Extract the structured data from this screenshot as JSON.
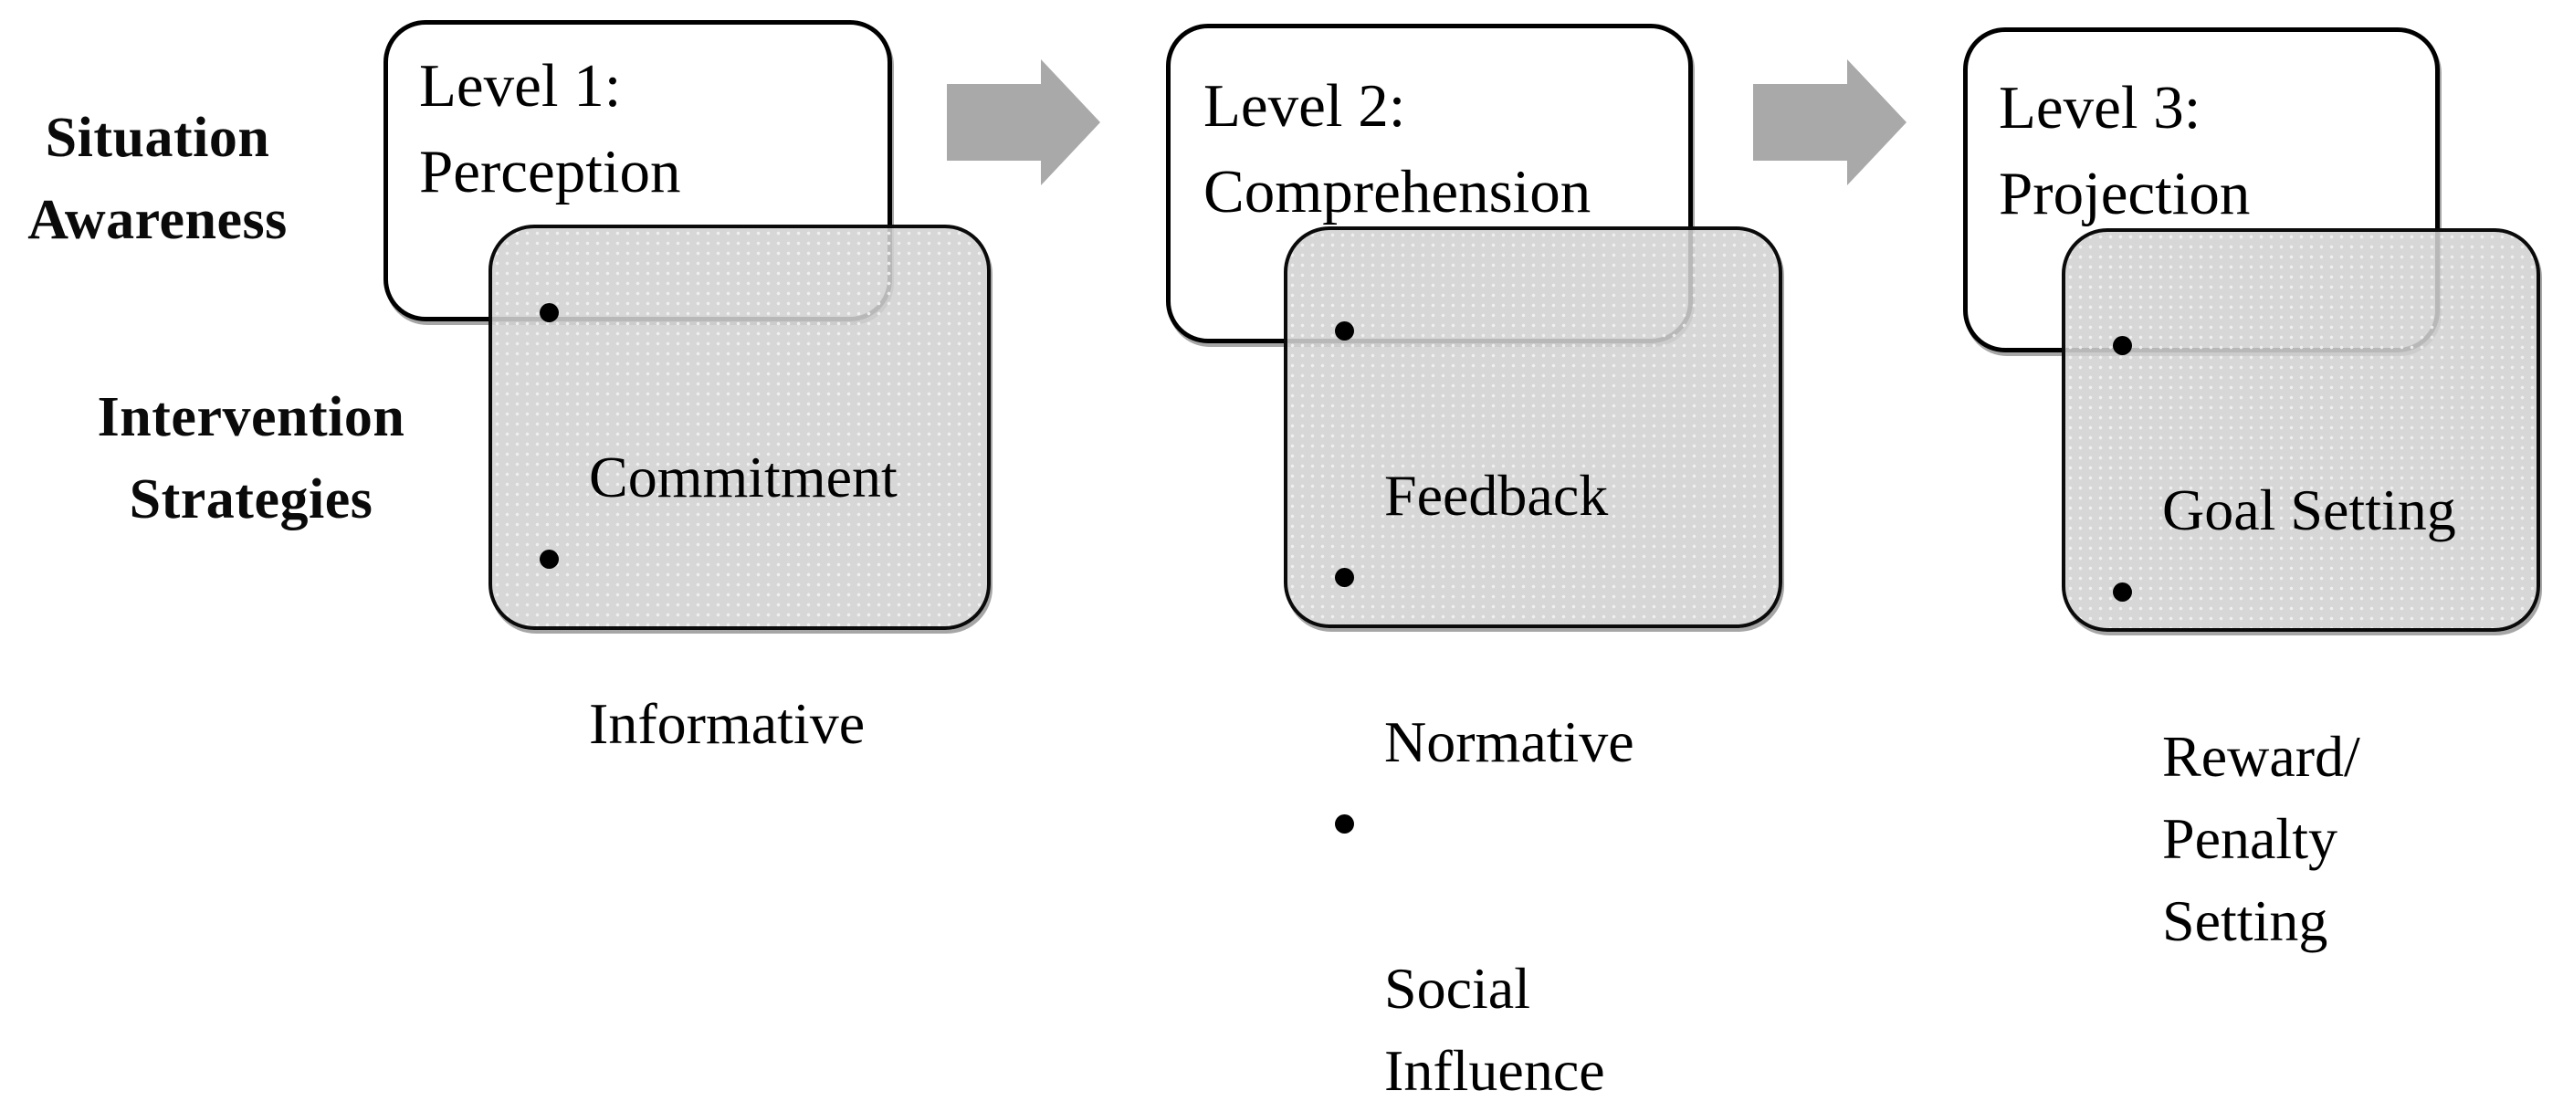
{
  "diagram": {
    "description": "Three-level situation awareness model mapped to intervention strategies",
    "bullet_char": "•"
  },
  "labels": {
    "situation_awareness": "Situation\nAwareness",
    "intervention_strategies": "Intervention\nStrategies"
  },
  "columns": [
    {
      "heading": "Level 1:\nPerception",
      "strategies": [
        "Commitment",
        "Informative"
      ]
    },
    {
      "heading": "Level 2:\nComprehension",
      "strategies": [
        "Feedback",
        "Normative",
        "Social\nInfluence"
      ]
    },
    {
      "heading": "Level 3:\nProjection",
      "strategies": [
        "Goal Setting",
        "Reward/\nPenalty\nSetting"
      ]
    }
  ],
  "icons": {
    "arrow_right_icon": "right-block-arrow ➡",
    "bullet_icon": "filled-circle •"
  },
  "colors": {
    "background": "#ffffff",
    "box_border": "#000000",
    "white_box_fill": "#ffffff",
    "gray_box_fill": "#d2d2d2",
    "gray_box_dot": "#ececec",
    "arrow_fill": "#a9a9a9",
    "text": "#000000"
  }
}
